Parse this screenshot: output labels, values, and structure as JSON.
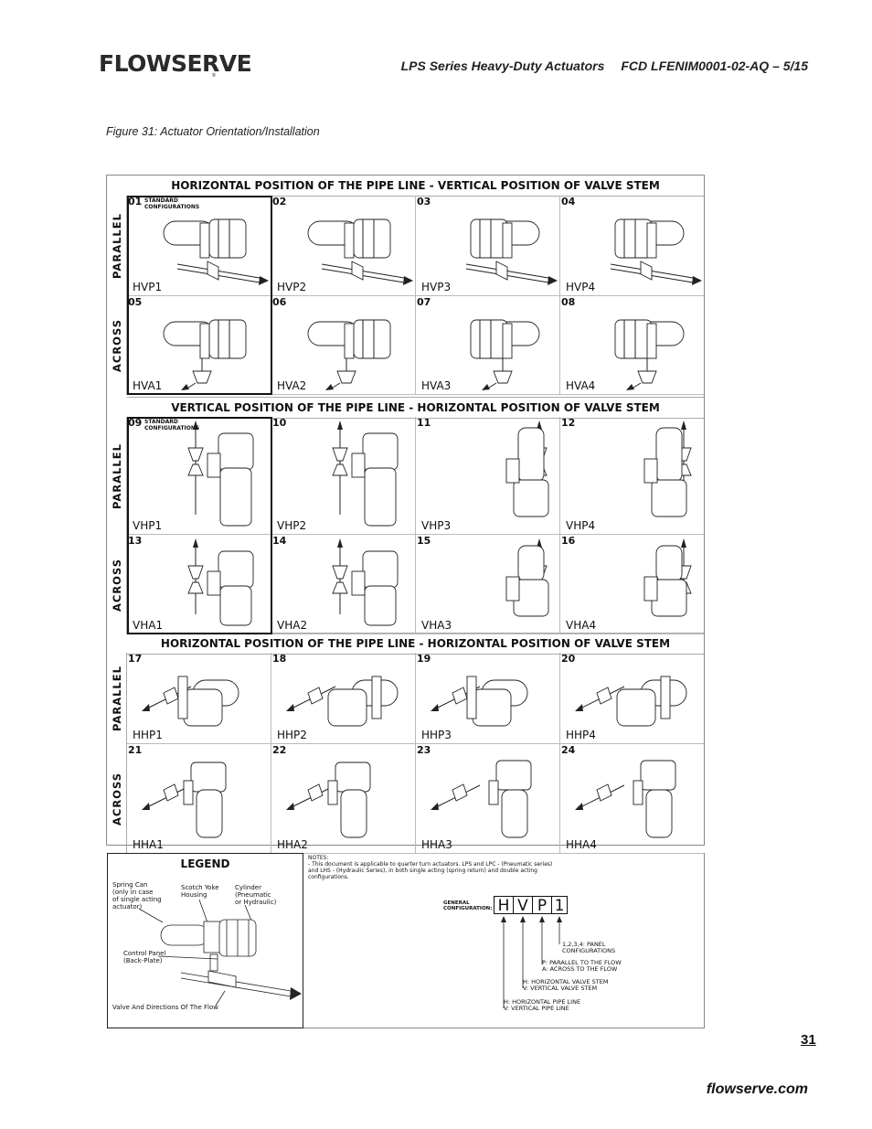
{
  "header": {
    "logo": "FLOWSERVE",
    "logo_mark": "®",
    "title": "LPS Series Heavy-Duty Actuators",
    "doc_code": "FCD LFENIM0001-02-AQ – 5/15"
  },
  "figure_caption": "Figure 31: Actuator Orientation/Installation",
  "sections": [
    {
      "title": "HORIZONTAL POSITION OF THE PIPE LINE - VERTICAL POSITION OF VALVE STEM"
    },
    {
      "title": "VERTICAL POSITION OF THE PIPE LINE - HORIZONTAL POSITION OF VALVE STEM"
    },
    {
      "title": "HORIZONTAL POSITION OF THE PIPE LINE - HORIZONTAL POSITION OF VALVE STEM"
    }
  ],
  "row_labels": {
    "parallel": "PARALLEL",
    "across": "ACROSS"
  },
  "standard_label": [
    "STANDARD",
    "CONFIGURATIONS"
  ],
  "cells": [
    {
      "num": "01",
      "code": "HVP1"
    },
    {
      "num": "02",
      "code": "HVP2"
    },
    {
      "num": "03",
      "code": "HVP3"
    },
    {
      "num": "04",
      "code": "HVP4"
    },
    {
      "num": "05",
      "code": "HVA1"
    },
    {
      "num": "06",
      "code": "HVA2"
    },
    {
      "num": "07",
      "code": "HVA3"
    },
    {
      "num": "08",
      "code": "HVA4"
    },
    {
      "num": "09",
      "code": "VHP1"
    },
    {
      "num": "10",
      "code": "VHP2"
    },
    {
      "num": "11",
      "code": "VHP3"
    },
    {
      "num": "12",
      "code": "VHP4"
    },
    {
      "num": "13",
      "code": "VHA1"
    },
    {
      "num": "14",
      "code": "VHA2"
    },
    {
      "num": "15",
      "code": "VHA3"
    },
    {
      "num": "16",
      "code": "VHA4"
    },
    {
      "num": "17",
      "code": "HHP1"
    },
    {
      "num": "18",
      "code": "HHP2"
    },
    {
      "num": "19",
      "code": "HHP3"
    },
    {
      "num": "20",
      "code": "HHP4"
    },
    {
      "num": "21",
      "code": "HHA1"
    },
    {
      "num": "22",
      "code": "HHA2"
    },
    {
      "num": "23",
      "code": "HHA3"
    },
    {
      "num": "24",
      "code": "HHA4"
    }
  ],
  "legend": {
    "title": "LEGEND",
    "spring_can": [
      "Spring Can",
      "(only in case",
      "of single acting",
      "actuator)"
    ],
    "scotch_yoke": [
      "Scotch Yoke",
      "Housing"
    ],
    "cylinder": [
      "Cylinder",
      "(Pneumatic",
      "or Hydraulic)"
    ],
    "control_panel": [
      "Control Panel",
      "(Back-Plate)"
    ],
    "valve": "Valve And Directions Of The Flow"
  },
  "notes": {
    "title": "NOTES:",
    "lines": [
      "- This document is applicable to quarter turn actuators. LPS and LPC - (Pneumatic series)",
      "and LHS - (Hydraulic Series), in both single acting (spring return) and double acting",
      "configurations."
    ]
  },
  "general_config": {
    "label": [
      "GENERAL",
      "CONFIGURATION:"
    ],
    "letters": [
      "H",
      "V",
      "P",
      "1"
    ],
    "n4": [
      "1,2,3,4: PANEL",
      "CONFIGURATIONS"
    ],
    "n3": [
      "P: PARALLEL TO THE FLOW",
      "A: ACROSS TO THE FLOW"
    ],
    "n2": [
      "H: HORIZONTAL VALVE STEM",
      "V: VERTICAL VALVE STEM"
    ],
    "n1": [
      "H: HORIZONTAL PIPE LINE",
      "V: VERTICAL PIPE LINE"
    ]
  },
  "footer": {
    "page": "31",
    "website": "flowserve.com"
  }
}
